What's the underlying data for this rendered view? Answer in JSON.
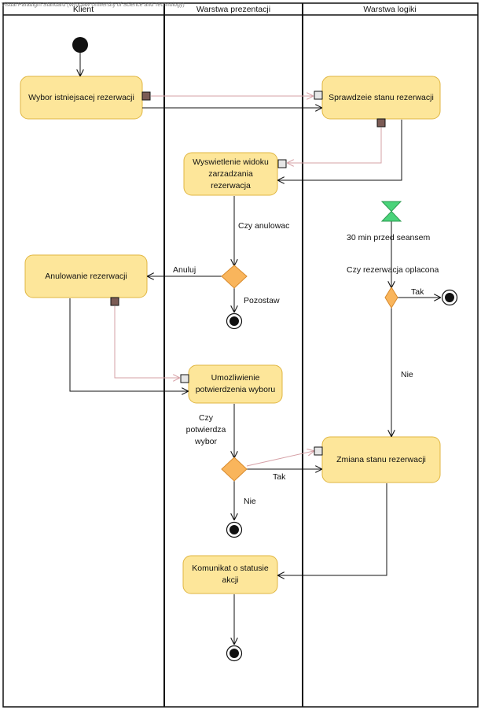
{
  "watermark": "Visual Paradigm Standard (Wroclaw University of Science and Technology)",
  "swimlanes": [
    {
      "id": "klient",
      "title": "Klient"
    },
    {
      "id": "prezentacja",
      "title": "Warstwa prezentacji"
    },
    {
      "id": "logika",
      "title": "Warstwa logiki"
    }
  ],
  "actions": {
    "wybor": "Wybor istniejsacej rezerwacji",
    "sprawdzenie": "Sprawdzeie stanu rezerwacji",
    "wyswietlenie": "Wyswietlenie widoku zarzadzania rezerwacja",
    "anulowanie": "Anulowanie rezerwacji",
    "umozliwienie": "Umozliwienie potwierdzenia wyboru",
    "zmiana": "Zmiana stanu rezerwacji",
    "komunikat": "Komunikat o statusie akcji"
  },
  "labels": {
    "czy_anulowac": "Czy anulowac",
    "anuluj": "Anuluj",
    "pozostaw": "Pozostaw",
    "czy_potwierdza": [
      "Czy",
      "potwierdza",
      "wybor"
    ],
    "tak_1": "Tak",
    "nie_1": "Nie",
    "timer": "30 min przed seansem",
    "czy_oplacona": "Czy rezerwacja oplacona",
    "tak_2": "Tak",
    "nie_2": "Nie"
  },
  "colors": {
    "action_fill": "#fde69a",
    "action_border": "#e0b642",
    "decision_fill": "#f9b55c",
    "timer_fill": "#4ad37a",
    "object_flow": "#d6a0a6",
    "pin_output": "#7b5b55",
    "pin_input": "#e6e6e6"
  }
}
